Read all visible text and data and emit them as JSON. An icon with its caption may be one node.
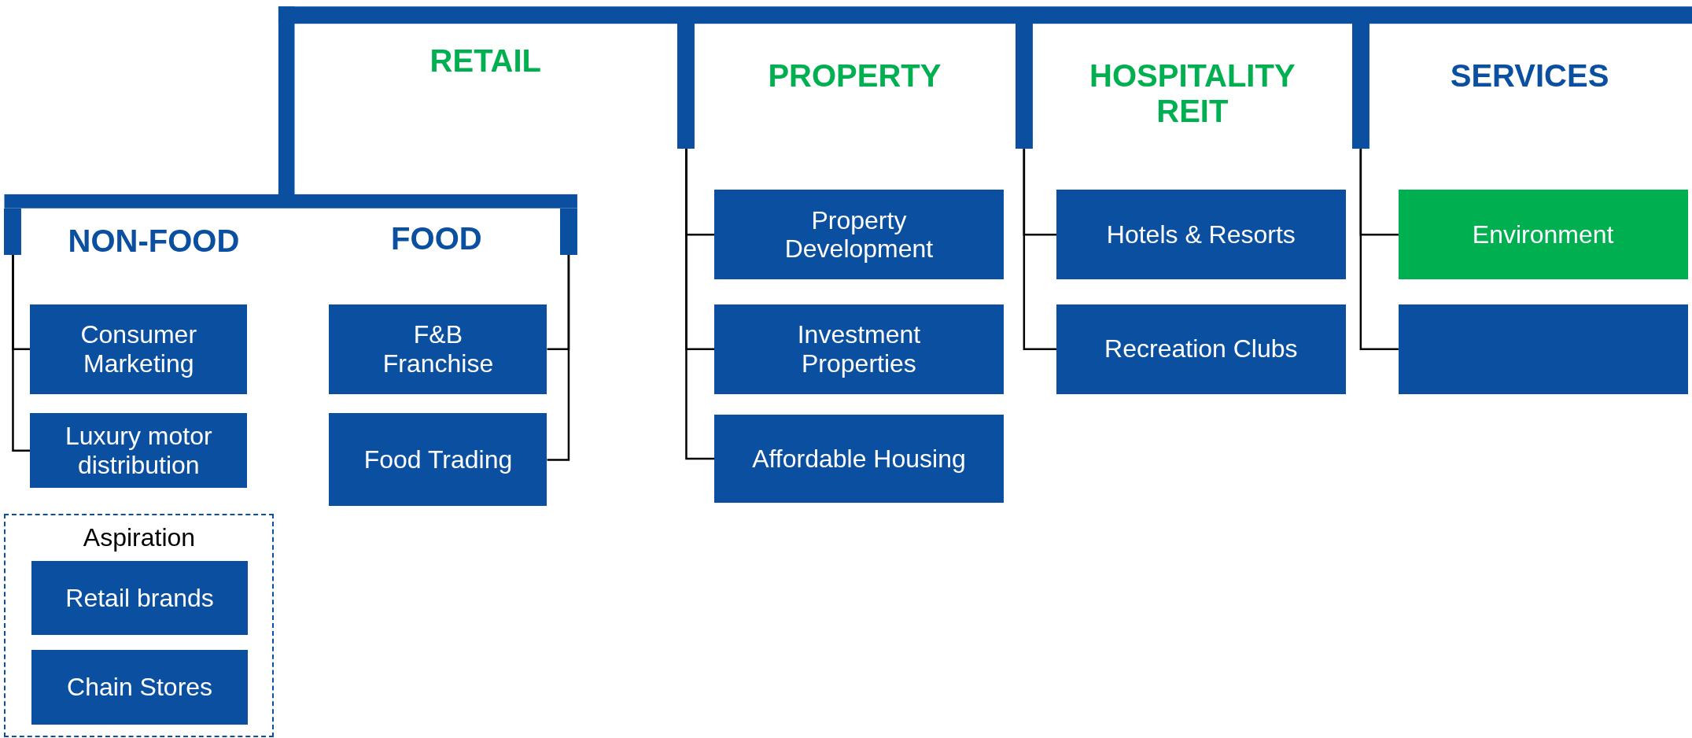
{
  "diagram": {
    "nodes": [
      {
        "text": [
          "RETAIL"
        ]
      },
      {
        "text": [
          "NON-FOOD"
        ]
      },
      {
        "text": [
          "FOOD"
        ]
      },
      {
        "text": [
          "Consumer Marketing"
        ]
      },
      {
        "text": [
          "Luxury motor distribution"
        ]
      },
      {
        "text": [
          "F&B Franchise"
        ]
      },
      {
        "text": [
          "Food Trading"
        ]
      },
      {
        "text": [
          "Aspiration"
        ]
      },
      {
        "text": [
          "Retail brands"
        ],
        "in": 7
      },
      {
        "text": [
          "Chain Stores"
        ],
        "in": 7
      },
      {
        "text": [
          "PROPERTY"
        ]
      },
      {
        "text": [
          "Property Development"
        ]
      },
      {
        "text": [
          "Investment Properties"
        ]
      },
      {
        "text": [
          "Affordable Housing"
        ]
      },
      {
        "text": [
          "HOSPITALITY REIT"
        ]
      },
      {
        "text": [
          "Hotels & Resorts"
        ]
      },
      {
        "text": [
          "Recreation Clubs"
        ]
      },
      {
        "text": [
          "SERVICES"
        ]
      },
      {
        "text": [
          "Environment"
        ]
      },
      {
        "text": [],
        "shape": "box"
      }
    ],
    "edges": [
      {
        "from": 1,
        "to": 3,
        "arrow": "none"
      },
      {
        "from": 1,
        "to": 4,
        "arrow": "none"
      },
      {
        "from": 2,
        "to": 5,
        "arrow": "none"
      },
      {
        "from": 2,
        "to": 6,
        "arrow": "none"
      },
      {
        "from": 10,
        "to": 11,
        "arrow": "none"
      },
      {
        "from": 10,
        "to": 12,
        "arrow": "none"
      },
      {
        "from": 10,
        "to": 13,
        "arrow": "none"
      },
      {
        "from": 14,
        "to": 15,
        "arrow": "none"
      },
      {
        "from": 14,
        "to": 16,
        "arrow": "none"
      },
      {
        "from": 17,
        "to": 18,
        "arrow": "none"
      },
      {
        "from": 17,
        "to": 19,
        "arrow": "none"
      }
    ]
  }
}
